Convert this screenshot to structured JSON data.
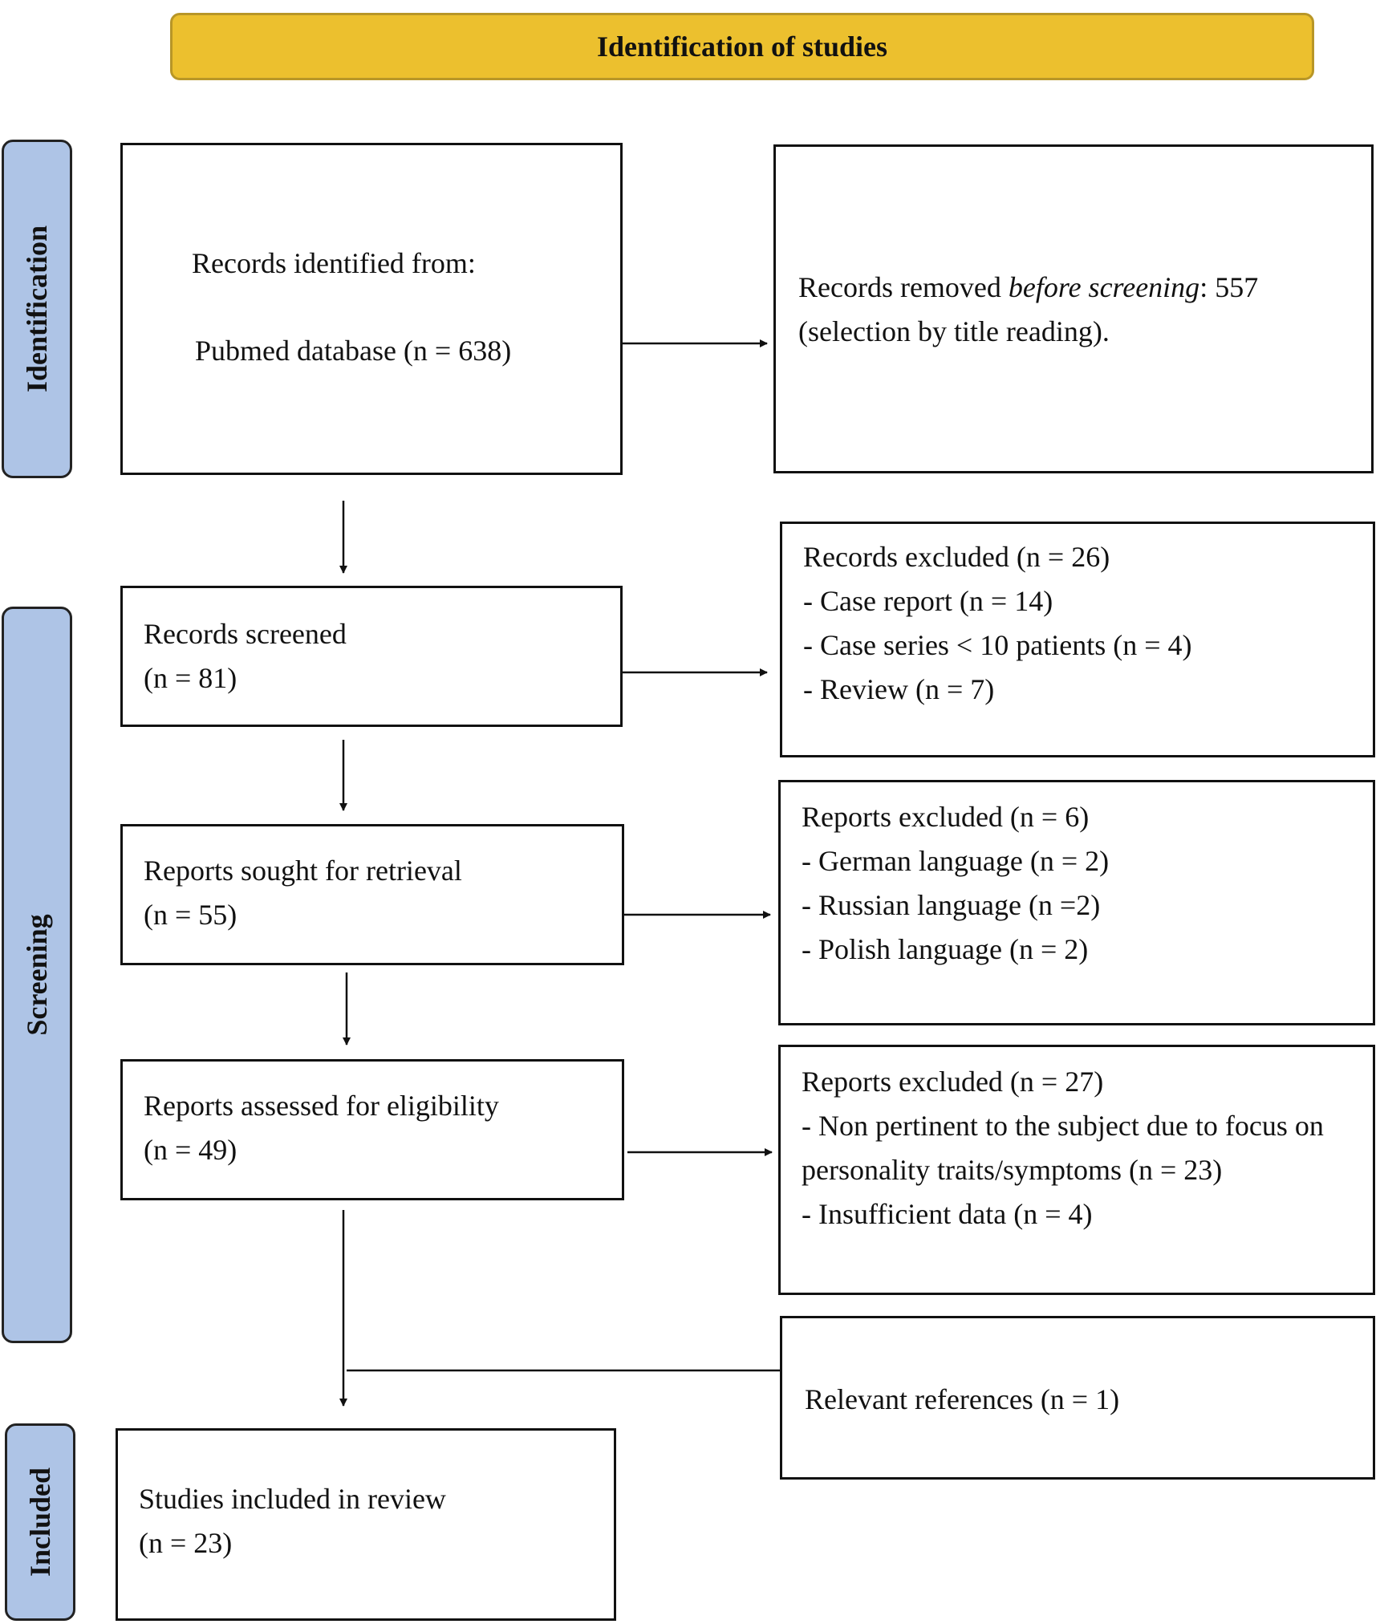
{
  "header": {
    "title": "Identification of studies"
  },
  "phases": {
    "identification": "Identification",
    "screening": "Screening",
    "included": "Included"
  },
  "boxes": {
    "identified": {
      "line1": "Records identified from:",
      "line2": "Pubmed database (n = 638)"
    },
    "removed": {
      "prefix": "Records removed ",
      "italic": "before screening",
      "suffix": ": 557",
      "line2": "(selection by title reading)."
    },
    "screened": {
      "line1": "Records screened",
      "line2": "(n = 81)"
    },
    "excluded_records": {
      "title": "Records excluded (n = 26)",
      "items": [
        "- Case report (n = 14)",
        "- Case series < 10 patients (n = 4)",
        "- Review (n = 7)"
      ]
    },
    "sought": {
      "line1": "Reports sought for retrieval",
      "line2": "(n = 55)"
    },
    "excluded_reports_language": {
      "title": "Reports excluded (n = 6)",
      "items": [
        "- German language (n = 2)",
        "- Russian language (n =2)",
        "- Polish language (n = 2)"
      ]
    },
    "assessed": {
      "line1": "Reports assessed for eligibility",
      "line2": "(n = 49)"
    },
    "excluded_reports_eligibility": {
      "title": "Reports excluded (n = 27)",
      "item1": "- Non pertinent to the subject due to focus on personality traits/symptoms (n = 23)",
      "item2": "- Insufficient data (n = 4)"
    },
    "references": {
      "text": "Relevant references (n = 1)"
    },
    "included": {
      "line1": "Studies included in review",
      "line2": "(n = 23)"
    }
  }
}
